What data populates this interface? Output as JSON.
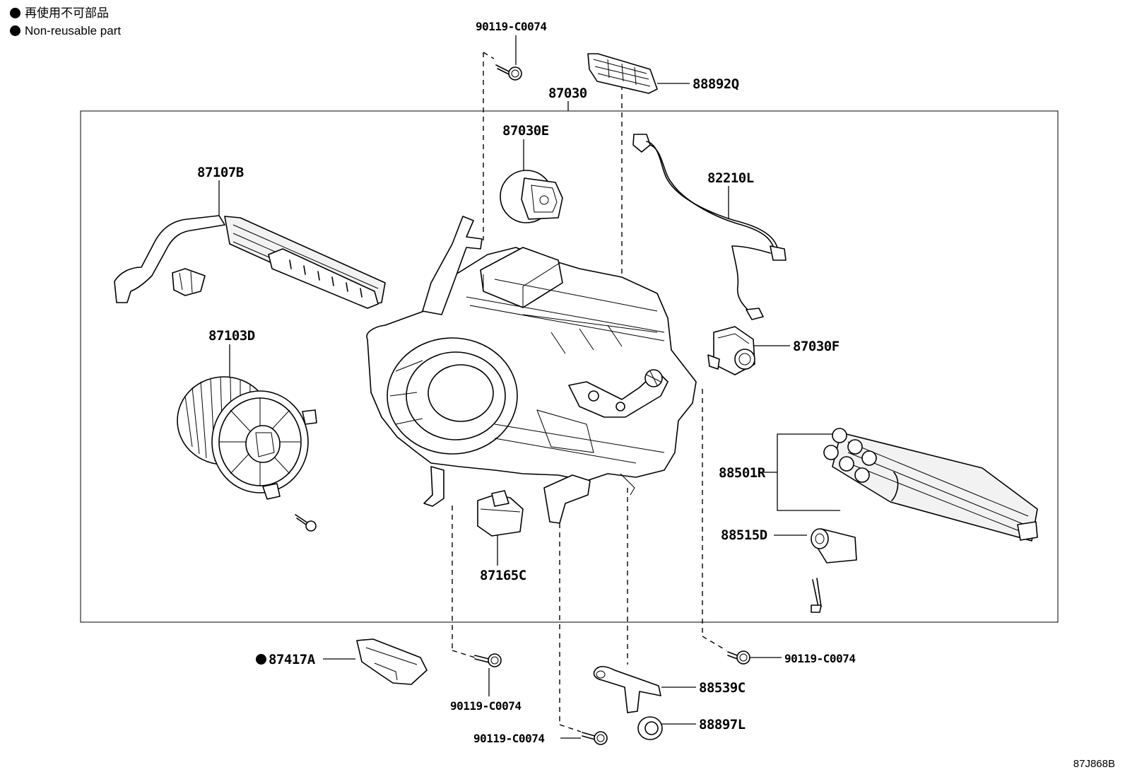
{
  "legend": {
    "line_jp": "再使用不可部品",
    "line_en": "Non-reusable part"
  },
  "labels": {
    "bolt_top": "90119-C0074",
    "assembly": "87030",
    "retainer": "88892Q",
    "servo_e": "87030E",
    "wire": "82210L",
    "radiator": "87107B",
    "blower": "87103D",
    "servo_f": "87030F",
    "evaporator": "88501R",
    "valve": "88515D",
    "resistor": "87165C",
    "seal_nonreuse": "87417A",
    "bolt_left": "90119-C0074",
    "bolt_bottom": "90119-C0074",
    "bolt_right": "90119-C0074",
    "hose": "88539C",
    "grommet": "88897L"
  },
  "reference": "87J868B"
}
